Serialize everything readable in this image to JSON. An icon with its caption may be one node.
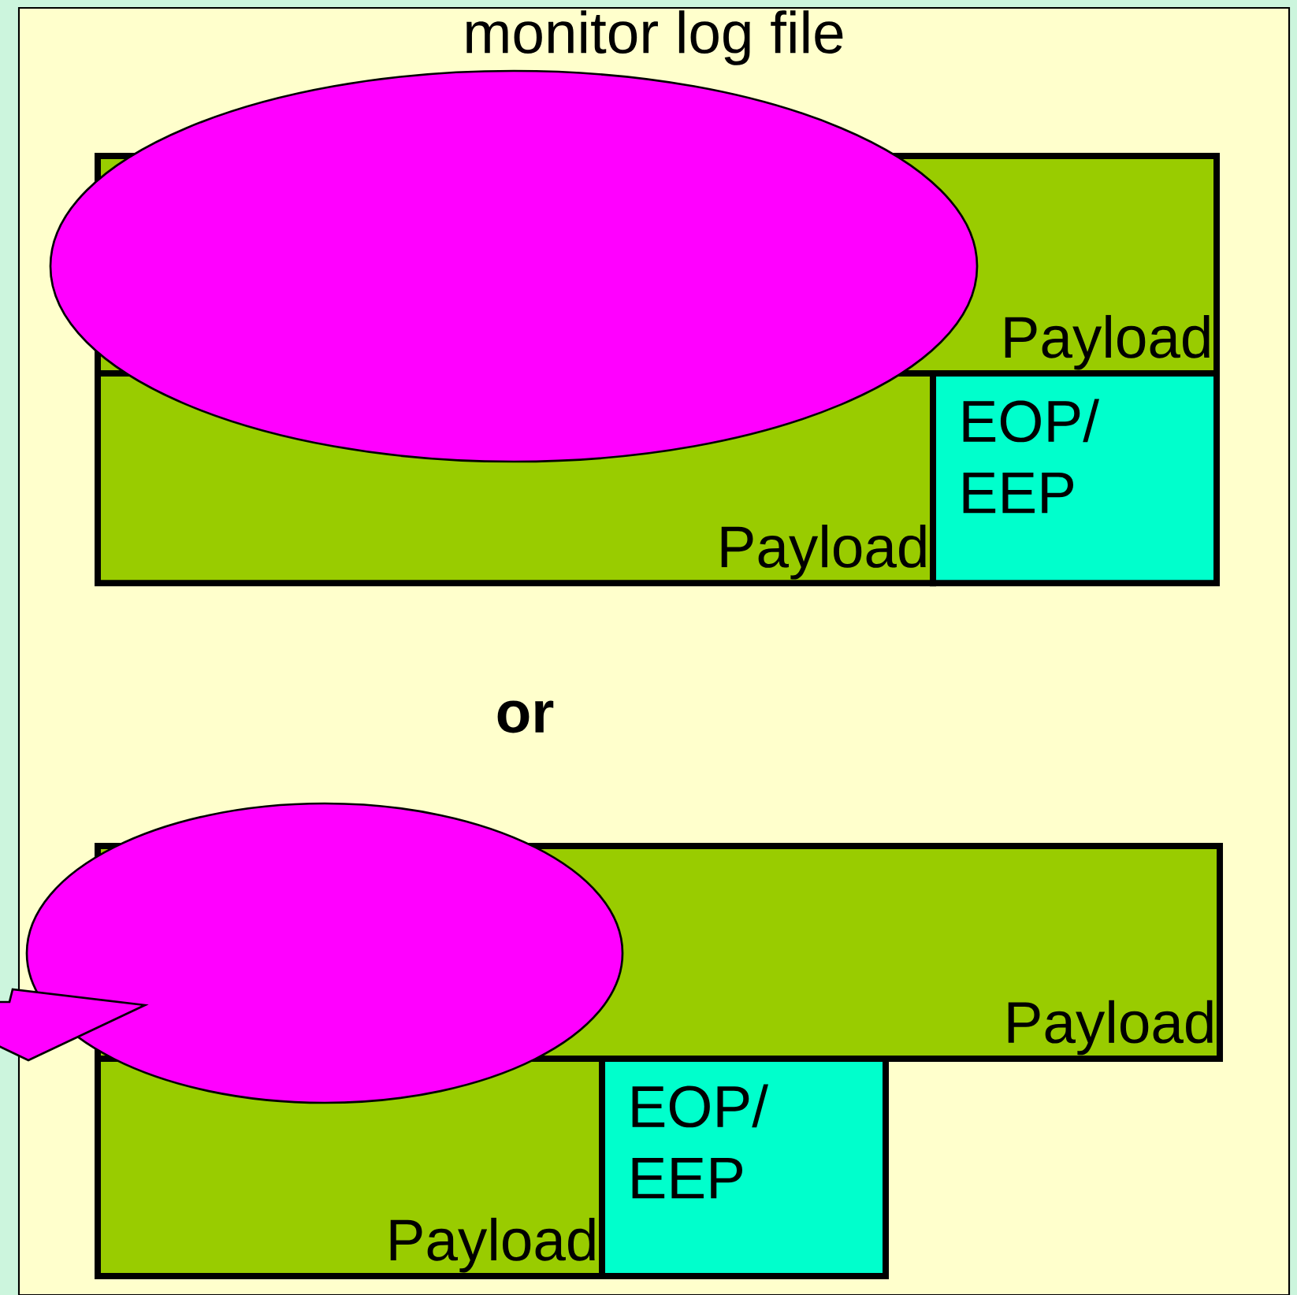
{
  "diagram": {
    "title": "monitor log file",
    "nodes": [
      {
        "text": [
          "Payload"
        ]
      },
      {
        "text": [
          "Payload"
        ]
      },
      {
        "text": [
          "EOP/ EEP"
        ]
      },
      {
        "text": [],
        "shape": "ellipse"
      },
      {
        "text": [
          "Payload"
        ]
      },
      {
        "text": [
          "Payload"
        ]
      },
      {
        "text": [
          "EOP/ EEP"
        ]
      },
      {
        "text": [],
        "shape": "ellipse"
      }
    ],
    "edges": [],
    "labels": [
      "or"
    ]
  }
}
